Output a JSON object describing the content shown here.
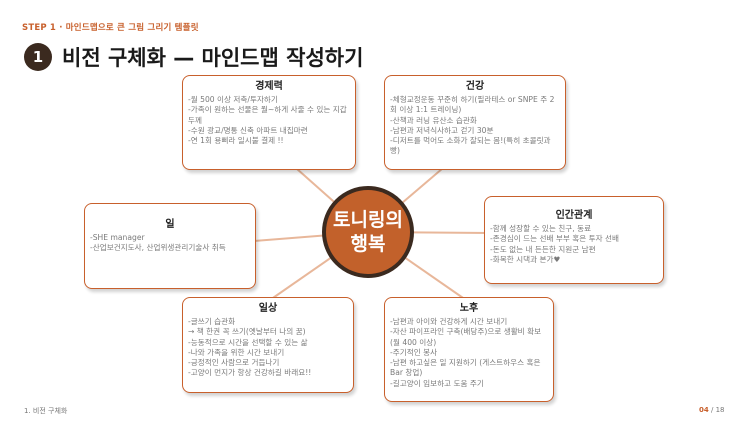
{
  "header": {
    "step_label": "STEP 1 · 마인드맵으로 큰 그림 그리기 템플릿",
    "number": "1",
    "title": "비전 구체화 — 마인드맵 작성하기"
  },
  "center": {
    "label": "토니링의 행복"
  },
  "boxes": {
    "economy": {
      "title": "경제력",
      "items": [
        "-월 500 이상 저축/투자하기",
        "-가족이 원하는 선물은 뭘~하게 사줄 수 있는 지갑 두께",
        "-수원 광교/명통 신축 아파트 내집마련",
        "-연 1회 용삐라 일시불 결제 !!"
      ]
    },
    "health": {
      "title": "건강",
      "items": [
        "-체형교정운동 꾸준히 하기(필라테스 or SNPE 주 2회 이상 1:1 트레이닝)",
        "-산책과 러닝 유산소 습관화",
        "-남편과 저녁식사하고 걷기 30분",
        "-디저트를 먹어도 소화가 잘되는 몸!(특히 초콜릿과 빵)"
      ]
    },
    "work": {
      "title": "일",
      "items": [
        "-SHE manager",
        "-산업보건지도사, 산업위생관리기술사 취득"
      ]
    },
    "relations": {
      "title": "인간관계",
      "items": [
        "-함께 성장할 수 있는 친구, 동료",
        "-존경심이 드는 선배 부부 혹은 투자 선배",
        "-돈도 없는 내 든든한 지원군 남편",
        "-화목한 시댁과 본가♥"
      ]
    },
    "daily": {
      "title": "일상",
      "items": [
        "-글쓰기 습관화",
        "→ 책 한권 꼭 쓰기(옛날부터 나의 꿈)",
        "-능동적으로 시간을 선택할 수 있는 삶",
        "-나와 가족을 위한 시간 보내기",
        "-긍정적인 사람으로 거듭나기",
        "-고양이 먼지가 항상 건강하길 바래요!!"
      ]
    },
    "retirement": {
      "title": "노후",
      "items": [
        "-남편과 아이와 건강하게 시간 보내기",
        "-자산 파이프라인 구축(배당주)으로 생활비 확보(월 400 이상)",
        "-주기적인 봉사",
        "-남편 하고싶은 일 지원하기 (게스트하우스 혹은 Bar 창업)",
        "-길고양이 임보하고 도움 주기"
      ]
    }
  },
  "footer": {
    "left": "1. 비전 구체화",
    "page_current": "04",
    "page_sep": "/",
    "page_total": "18"
  },
  "colors": {
    "accent": "#c8602c",
    "dark": "#3b2a1f",
    "line": "#e8b79a"
  }
}
